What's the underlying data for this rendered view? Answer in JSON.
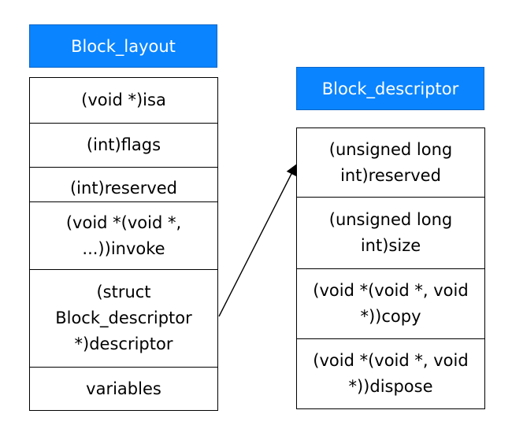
{
  "colors": {
    "header_fill": "#0a84ff",
    "header_text": "#ffffff",
    "box_border": "#000000",
    "arrow": "#000000"
  },
  "block_layout": {
    "title": "Block_layout",
    "fields": [
      "(void *)isa",
      "(int)flags",
      "(int)reserved",
      "(void *(void *, ...))invoke",
      "(struct Block_descriptor *)descriptor",
      "variables"
    ]
  },
  "block_descriptor": {
    "title": "Block_descriptor",
    "fields": [
      "(unsigned long int)reserved",
      "(unsigned long int)size",
      "(void *(void *, void *))copy",
      "(void *(void *, void *))dispose"
    ]
  }
}
